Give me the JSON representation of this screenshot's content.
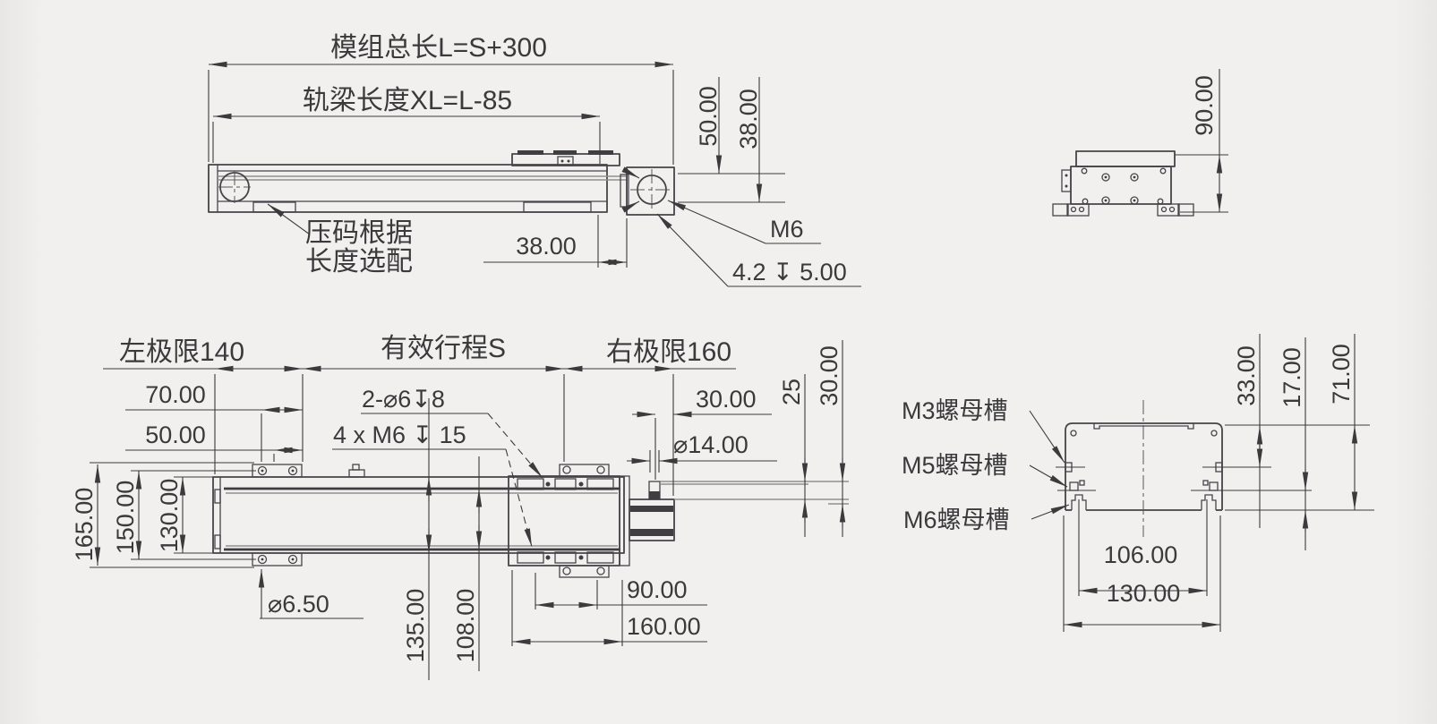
{
  "side": {
    "total": "模组总长L=S+300",
    "rail": "轨梁长度XL=L-85",
    "d50": "50.00",
    "d38v": "38.00",
    "d38": "38.00",
    "m6": "M6",
    "cbore": "4.2 ↧ 5.00",
    "note1": "压码根据",
    "note2": "长度选配"
  },
  "end_view": {
    "d90": "90.00"
  },
  "top": {
    "left_limit": "左极限140",
    "stroke": "有效行程S",
    "right_limit": "右极限160",
    "d70": "70.00",
    "d50": "50.00",
    "holes": "2-⌀6↧8",
    "taps": "4 x M6 ↧ 15",
    "d30": "30.00",
    "d14": "⌀14.00",
    "d25": "25",
    "d30v": "30.00",
    "d165": "165.00",
    "d150": "150.00",
    "d130": "130.00",
    "d65": "⌀6.50",
    "d135": "135.00",
    "d108": "108.00",
    "d90": "90.00",
    "d160": "160.00"
  },
  "section": {
    "m3": "M3螺母槽",
    "m5": "M5螺母槽",
    "m6": "M6螺母槽",
    "d33": "33.00",
    "d17": "17.00",
    "d71": "71.00",
    "d106": "106.00",
    "d130": "130.00"
  }
}
